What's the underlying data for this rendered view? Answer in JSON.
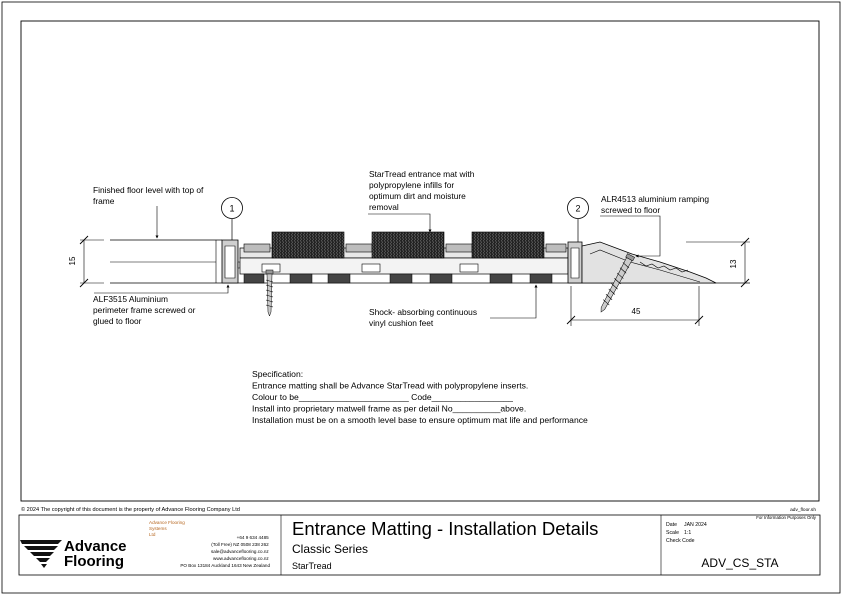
{
  "drawing": {
    "annotations": {
      "finished_floor": [
        "Finished floor level with top of",
        "frame"
      ],
      "startread_mat": [
        "StarTread entrance mat with",
        "polypropylene infills for",
        "optimum dirt and moisture",
        "removal"
      ],
      "ramping": [
        "ALR4513 aluminium ramping",
        "screwed to floor"
      ],
      "perimeter_frame": [
        "ALF3515 Aluminium",
        "perimeter frame screwed or",
        "glued to floor"
      ],
      "cushion_feet": [
        "Shock- absorbing continuous",
        "vinyl cushion feet"
      ]
    },
    "callouts": [
      "1",
      "2"
    ],
    "dimensions": {
      "left_height": "15",
      "right_height": "13",
      "ramp_width": "45"
    },
    "specification": [
      "Specification:",
      "Entrance matting shall be Advance StarTread with polypropylene inserts.",
      "Colour to be_______________________ Code_________________",
      "Install into proprietary matwell frame as per detail No__________above.",
      "Installation must be on a smooth level base to ensure optimum mat life and performance"
    ]
  },
  "copyright": "© 2024 The copyright of this document is the property of Advance Flooring Company Ltd",
  "top_right_code": "adv_floor.sh",
  "title_block": {
    "company_small": [
      "Advance Flooring",
      "Systems",
      "Ltd"
    ],
    "contact": [
      "+64 9 634 4485",
      "(Toll Free) NZ 0508 238 262",
      "sale@advanceflooring.co.nz",
      "www.advanceflooring.co.nz",
      "PO Box 13184  Auckland 1643  New Zealand"
    ],
    "logo_line1": "Advance",
    "logo_line2": "Flooring",
    "title": "Entrance Matting - Installation Details",
    "series": "Classic Series",
    "product": "StarTread",
    "date_label": "Date",
    "date_value": "JAN 2024",
    "scale_label": "Scale",
    "scale_value": "1:1",
    "check_label": "Check Code",
    "for_information": "For Information Purposes Only",
    "code": "ADV_CS_STA"
  }
}
